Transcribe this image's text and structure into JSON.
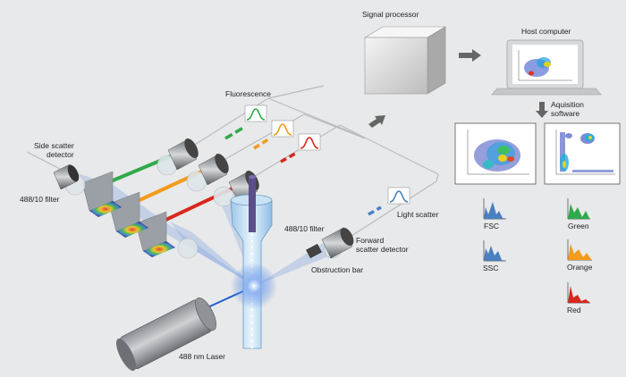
{
  "labels": {
    "signal_processor": "Signal processor",
    "host_computer": "Host computer",
    "acquisition_line1": "Aquisition",
    "acquisition_line2": "software",
    "fluorescence": "Fluorescence",
    "side_scatter_line1": "Side scatter",
    "side_scatter_line2": "detector",
    "filter_left": "488/10 filter",
    "filter_right": "488/10 filter",
    "light_scatter": "Light scatter",
    "forward_scatter_line1": "Forward",
    "forward_scatter_line2": "scatter detector",
    "obstruction_bar": "Obstruction bar",
    "laser": "488 nm Laser"
  },
  "histograms": {
    "fsc": "FSC",
    "ssc": "SSC",
    "green": "Green",
    "orange": "Orange",
    "red": "Red"
  },
  "colors": {
    "blue": "#4a7fc0",
    "green": "#2faa4a",
    "orange": "#f39b1c",
    "red": "#d6281e",
    "laser": "#1f5fd0",
    "background": "#e8e9ea"
  }
}
